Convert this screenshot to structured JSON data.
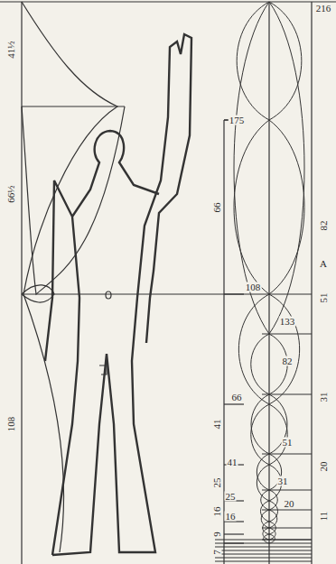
{
  "diagram": {
    "labels": [
      "216",
      "41½",
      "66½",
      "108",
      "175",
      "66",
      "82",
      "A",
      "133",
      "108",
      "51",
      "82",
      "41",
      "66",
      "31",
      "25",
      "51",
      "20",
      "41",
      "16",
      "31",
      "11",
      "25",
      "20",
      "9",
      "16",
      "7"
    ]
  }
}
